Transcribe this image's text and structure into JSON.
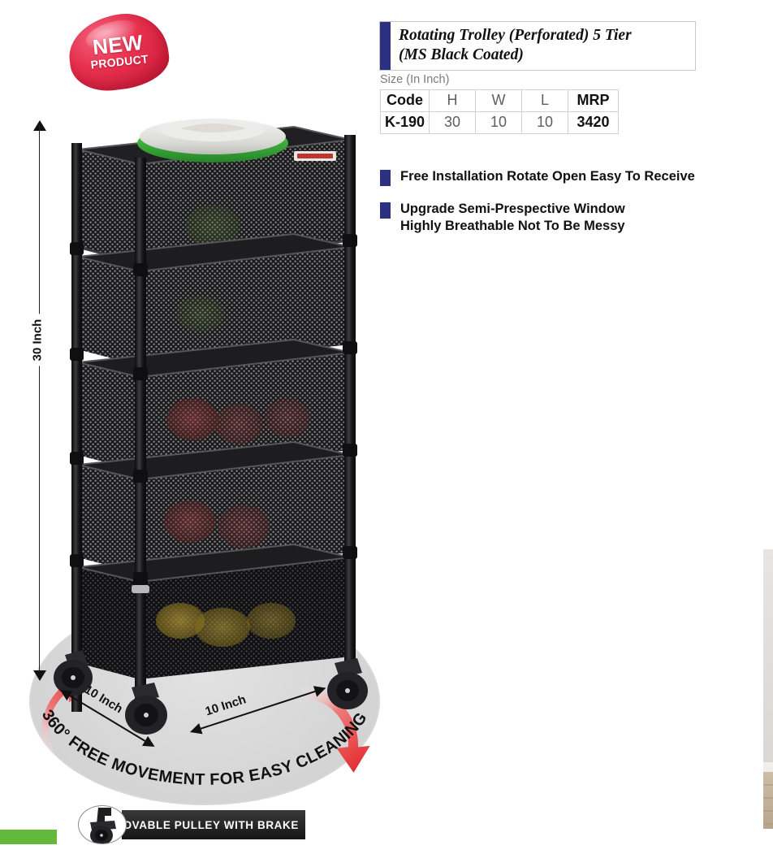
{
  "badge": {
    "line1": "NEW",
    "line2": "PRODUCT",
    "color": "#e8304f"
  },
  "product": {
    "title": "Rotating Trolley (Perforated) 5 Tier\n(MS Black Coated)",
    "title_line1": "Rotating Trolley (Perforated) 5 Tier",
    "title_line2": "(MS Black Coated)",
    "accent_color": "#2b3080"
  },
  "size": {
    "label": "Size (In Inch)",
    "headers": [
      "Code",
      "H",
      "W",
      "L",
      "MRP"
    ],
    "row": [
      "K-190",
      "30",
      "10",
      "10",
      "3420"
    ]
  },
  "features": [
    {
      "text": "Free Installation Rotate Open Easy To Receive"
    },
    {
      "text": "Upgrade Semi-Prespective Window\nHighly Breathable Not To Be Messy",
      "line1": "Upgrade Semi-Prespective Window",
      "line2": "Highly Breathable Not To Be Messy"
    }
  ],
  "callouts": {
    "height": "30 Inch",
    "depth": "10 Inch",
    "width": "10 Inch",
    "rotation_arc": "360° FREE MOVEMENT FOR EASY CLEANING",
    "pulley": "MOVABLE PULLEY WITH BRAKE"
  },
  "colors": {
    "accent_navy": "#2b3080",
    "arrow_red": "#e12328",
    "badge_red": "#e8304f",
    "green_tab": "#64b93c",
    "lid_green": "#4cb847",
    "ground_gray": "#d8d8d8"
  }
}
